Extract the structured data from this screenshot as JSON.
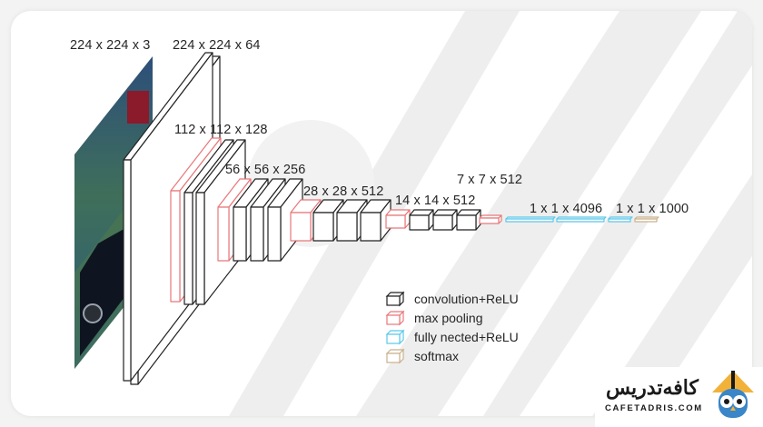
{
  "labels": {
    "input": "224 x 224 x 3",
    "conv1": "224 x 224 x 64",
    "conv2": "112 x 112 x 128",
    "conv3": "56 x 56 x 256",
    "conv4": "28 x 28 x 512",
    "conv5": "14 x 14 x 512",
    "pool5": "7 x 7 x 512",
    "fc": "1 x 1 x 4096",
    "softmax": "1 x 1 x 1000"
  },
  "legend": [
    {
      "label": "convolution+ReLU",
      "color": "#222222"
    },
    {
      "label": "max pooling",
      "color": "#e8777a"
    },
    {
      "label": "fully nected+ReLU",
      "color": "#5bc8ea"
    },
    {
      "label": "softmax",
      "color": "#c9b18d"
    }
  ],
  "brand": {
    "name": "کافه‌تدریس",
    "url": "CAFETADRIS.COM"
  },
  "colors": {
    "conv": "#222222",
    "pool": "#e8777a",
    "fc": "#5bc8ea",
    "softmax": "#c9b18d",
    "brand_accent": "#f2b23a"
  }
}
